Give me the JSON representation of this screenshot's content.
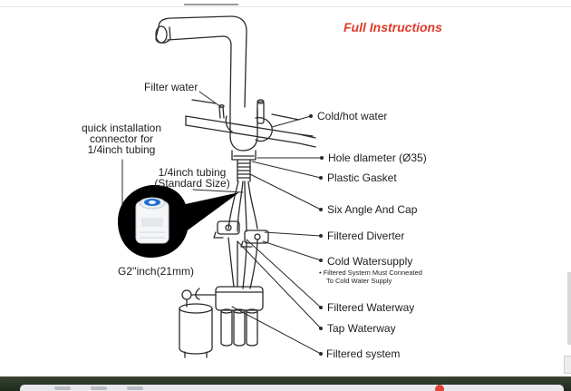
{
  "title": "Full Instructions",
  "colors": {
    "title": "#e03a2a",
    "ink": "#1d1d1d",
    "connector_fill": "#000000",
    "fitting_accent": "#1f6fd1"
  },
  "labels": {
    "filter_water": "Filter water",
    "quick_connector": [
      "quick installation",
      "connector for",
      "1/4inch tubing"
    ],
    "tubing": [
      "1/4inch tubing",
      "(Standard Size)"
    ],
    "g2_inch": "G2''inch(21mm)",
    "cold_hot_water": "Cold/hot water",
    "hole_diameter": "Hole dlameter (Ø35)",
    "plastic_gasket": "Plastic Gasket",
    "six_angle": "Six Angle And Cap",
    "filtered_diverter": "Filtered Diverter",
    "cold_watersupply": "Cold Watersupply",
    "cold_note": [
      "• Filtered System Must Conneated",
      "To Cold Water Supply"
    ],
    "filtered_waterway": "Filtered Waterway",
    "tap_waterway": "Tap Waterway",
    "filtered_system": "Filtered system"
  }
}
